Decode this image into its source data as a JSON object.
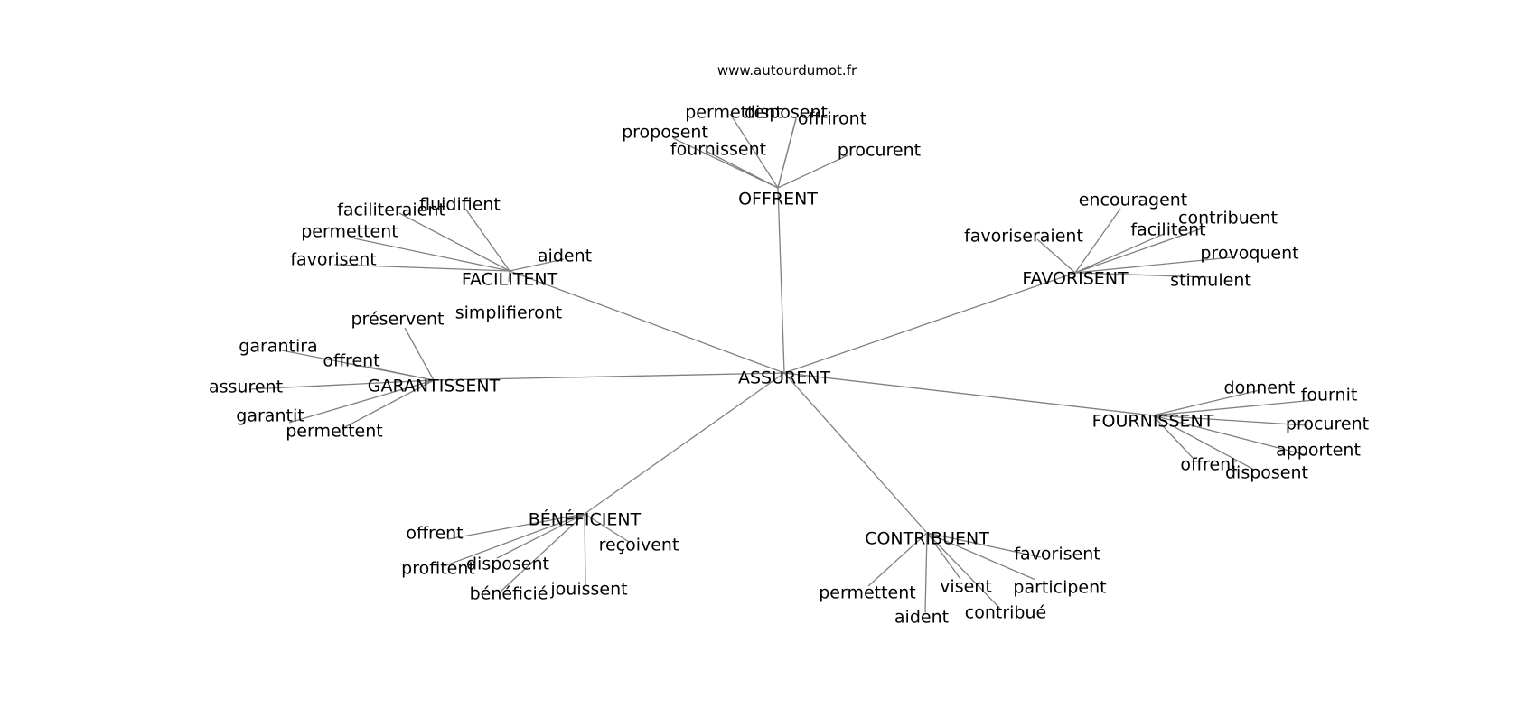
{
  "site_label": "www.autourdumot.fr",
  "center": {
    "id": "root",
    "label": "ASSURENT"
  },
  "groups": [
    {
      "id": "offrent",
      "label": "OFFRENT",
      "children": [
        "permettent",
        "disposent",
        "offriront",
        "proposent",
        "fournissent",
        "procurent"
      ]
    },
    {
      "id": "facilitent",
      "label": "FACILITENT",
      "children": [
        "fluidifient",
        "faciliteraient",
        "permettent",
        "aident",
        "favorisent",
        "simplifieront"
      ]
    },
    {
      "id": "favorisent",
      "label": "FAVORISENT",
      "children": [
        "encouragent",
        "contribuent",
        "facilitent",
        "favoriseraient",
        "provoquent",
        "stimulent"
      ]
    },
    {
      "id": "garantissent",
      "label": "GARANTISSENT",
      "children": [
        "préservent",
        "garantira",
        "offrent",
        "assurent",
        "garantit",
        "permettent"
      ]
    },
    {
      "id": "fournissent",
      "label": "FOURNISSENT",
      "children": [
        "donnent",
        "fournit",
        "procurent",
        "apportent",
        "offrent",
        "disposent"
      ]
    },
    {
      "id": "beneficient",
      "label": "BÉNÉFICIENT",
      "children": [
        "offrent",
        "reçoivent",
        "profitent",
        "disposent",
        "bénéficié",
        "jouissent"
      ]
    },
    {
      "id": "contribuent",
      "label": "CONTRIBUENT",
      "children": [
        "favorisent",
        "participent",
        "visent",
        "permettent",
        "contribué",
        "aident"
      ]
    }
  ]
}
